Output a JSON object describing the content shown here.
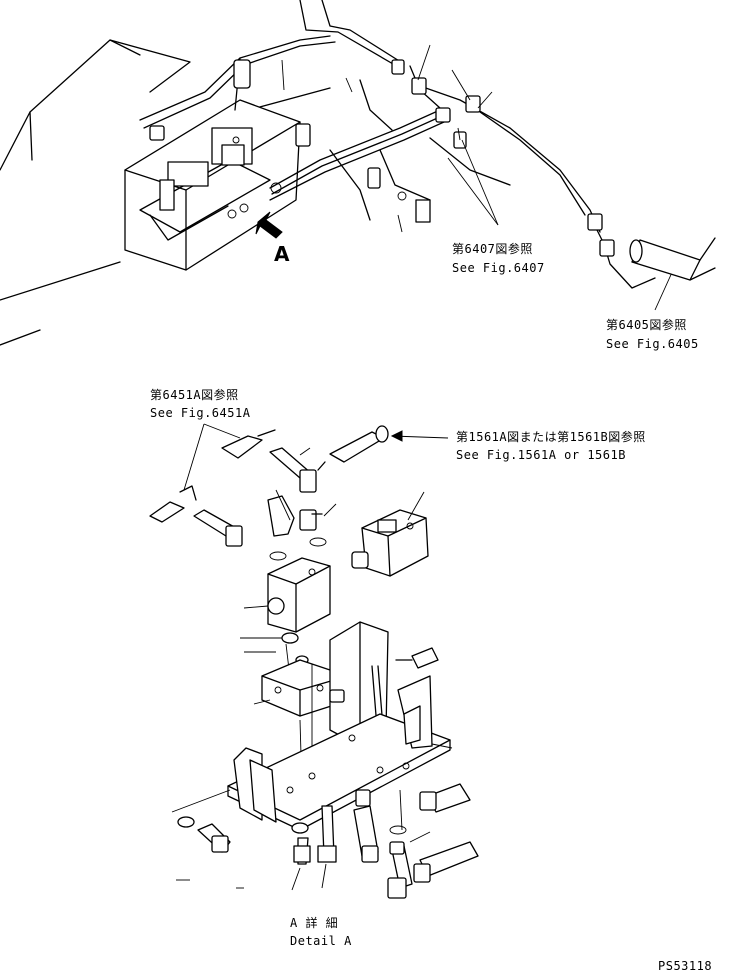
{
  "view_a_marker": "A",
  "callouts": {
    "fig6407_jp": "第6407図参照",
    "fig6407_en": "See Fig.6407",
    "fig6405_jp": "第6405図参照",
    "fig6405_en": "See Fig.6405",
    "fig6451a_jp": "第6451A図参照",
    "fig6451a_en": "See Fig.6451A",
    "fig1561_jp": "第1561A図または第1561B図参照",
    "fig1561_en": "See Fig.1561A or 1561B"
  },
  "detail": {
    "title_jp": "A 詳 細",
    "title_en": "Detail A"
  },
  "drawing_number": "PS53118"
}
